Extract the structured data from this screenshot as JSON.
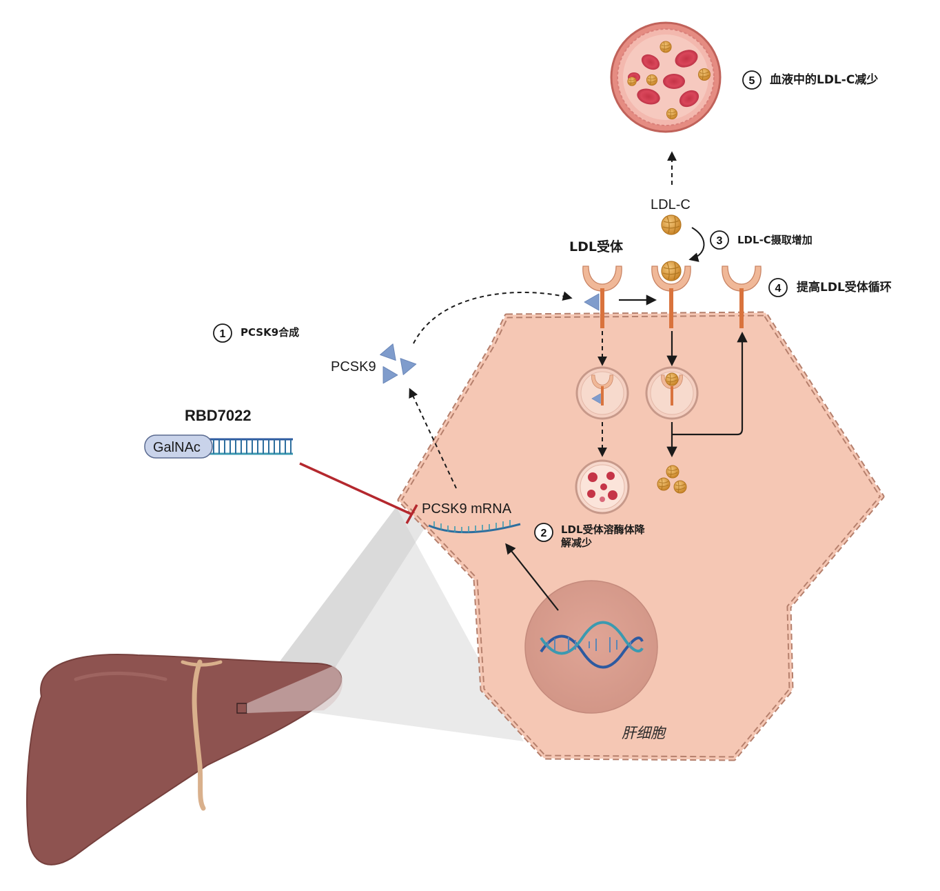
{
  "drug": {
    "name": "RBD7022",
    "conjugate": "GalNAc"
  },
  "molecules": {
    "pcsk9": "PCSK9",
    "pcsk9_mrna": "PCSK9 mRNA",
    "ldl_c": "LDL-C",
    "ldl_receptor": "LDL受体"
  },
  "cell_label": "肝细胞",
  "steps": [
    {
      "num": "1",
      "text": "PCSK9合成"
    },
    {
      "num": "2",
      "text_line1": "LDL受体溶酶体降",
      "text_line2": "解减少"
    },
    {
      "num": "3",
      "text": "LDL-C摄取增加"
    },
    {
      "num": "4",
      "text": "提高LDL受体循环"
    },
    {
      "num": "5",
      "text": "血液中的LDL-C减少"
    }
  ],
  "colors": {
    "cell_fill": "#f5c7b4",
    "cell_stroke": "#b57f6c",
    "liver": "#8e5350",
    "receptor": "#d9733d",
    "receptor_cup": "#f0b898",
    "pcsk9": "#7f9ccc",
    "ldl_particle": "#d99a3b",
    "inhibit_line": "#b4282e",
    "dna_blue": "#2d5aa0",
    "dna_teal": "#3b9ab0",
    "vessel": "#d9807a"
  }
}
